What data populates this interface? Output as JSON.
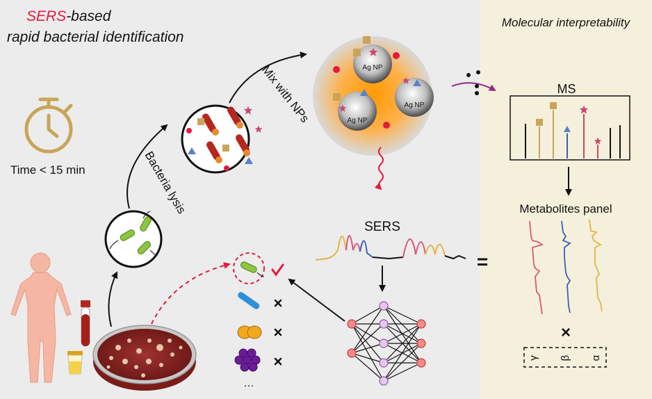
{
  "title": {
    "highlight": "SERS",
    "suffix": "-based",
    "line2": "rapid bacterial identification"
  },
  "right_panel": {
    "title": "Molecular interpretability",
    "ms_label": "MS",
    "metabolites_label": "Metabolites panel",
    "multiply_symbol": "×",
    "weights": [
      "γ",
      "β",
      "α"
    ]
  },
  "time_label": "Time < 15 min",
  "steps": {
    "lysis": "Bacteria lysis",
    "mix": "Mix with NPs"
  },
  "nanoparticle_label": "Ag NP",
  "sers_label": "SERS",
  "equals_symbol": "=",
  "ellipsis": "…",
  "colors": {
    "panel_left": "#ececec",
    "panel_right": "#f5f0dc",
    "accent_red": "#e31b3c",
    "ms_purple": "#8e2a8a",
    "bacteria_green": "#8cc63f",
    "bacteria_red": "#b5271e",
    "node_purple": "#e7c7ef",
    "node_red": "#f48a8a",
    "gold": "#c9a55a",
    "line_pink": "#d65a72",
    "line_blue": "#3b5fb5",
    "line_yellow": "#e2b443"
  },
  "icons": [
    "stopwatch-icon",
    "human-body-icon",
    "blood-tube-icon",
    "urine-cup-icon",
    "petri-dish-icon",
    "check-icon",
    "cross-icon"
  ]
}
